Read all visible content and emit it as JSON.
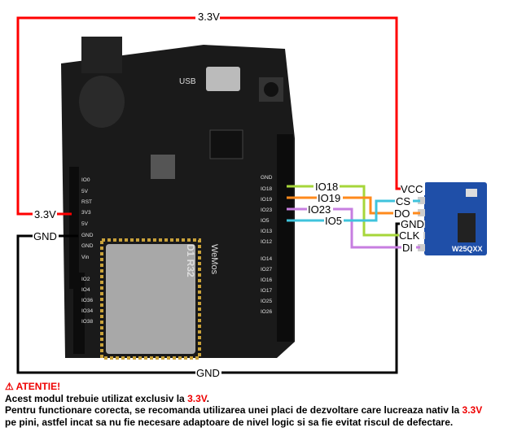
{
  "board": {
    "usb_label": "USB",
    "model_label": "D1 R32",
    "brand_label": "WeMos",
    "left_pins": [
      "IO0",
      "5V",
      "RST",
      "3V3",
      "5V",
      "GND",
      "GND",
      "Vin"
    ],
    "analog_pins": [
      "IO2",
      "IO4",
      "IO36",
      "IO34",
      "IO38"
    ],
    "right_pins": [
      "GND",
      "IO18",
      "IO19",
      "IO23",
      "IO5",
      "IO13",
      "IO12",
      "IO14",
      "IO27",
      "IO16",
      "IO17",
      "IO25",
      "IO26"
    ]
  },
  "module": {
    "name": "W25QXX",
    "pins": [
      "VCC",
      "CS",
      "DO",
      "GND",
      "CLK",
      "DI"
    ]
  },
  "wires": {
    "vcc": {
      "label_top": "3.3V",
      "label_left": "3.3V",
      "module_pin": "VCC",
      "color": "#ff0000"
    },
    "gnd": {
      "label_bottom": "GND",
      "label_left": "GND",
      "module_pin": "GND",
      "color": "#000000"
    },
    "clk": {
      "label": "IO18",
      "module_pin": "CLK",
      "color": "#a6d63a"
    },
    "do": {
      "label": "IO19",
      "module_pin": "DO",
      "color": "#ff8a1c"
    },
    "di": {
      "label": "IO23",
      "module_pin": "DI",
      "color": "#c77ee0"
    },
    "cs": {
      "label": "IO5",
      "module_pin": "CS",
      "color": "#3fc3dc"
    }
  },
  "notice": {
    "icon": "warning-icon",
    "title": "ATENTIE!",
    "line1_a": "Acest modul trebuie utilizat exclusiv la ",
    "line1_b": "3.3V",
    "line1_c": ".",
    "line2_a": "Pentru functionare corecta, se recomanda utilizarea unei placi de dezvoltare care lucreaza nativ la ",
    "line2_b": "3.3V",
    "line3": "pe pini, astfel incat sa nu fie necesare adaptoare de nivel logic si sa fie evitat riscul de defectare."
  }
}
